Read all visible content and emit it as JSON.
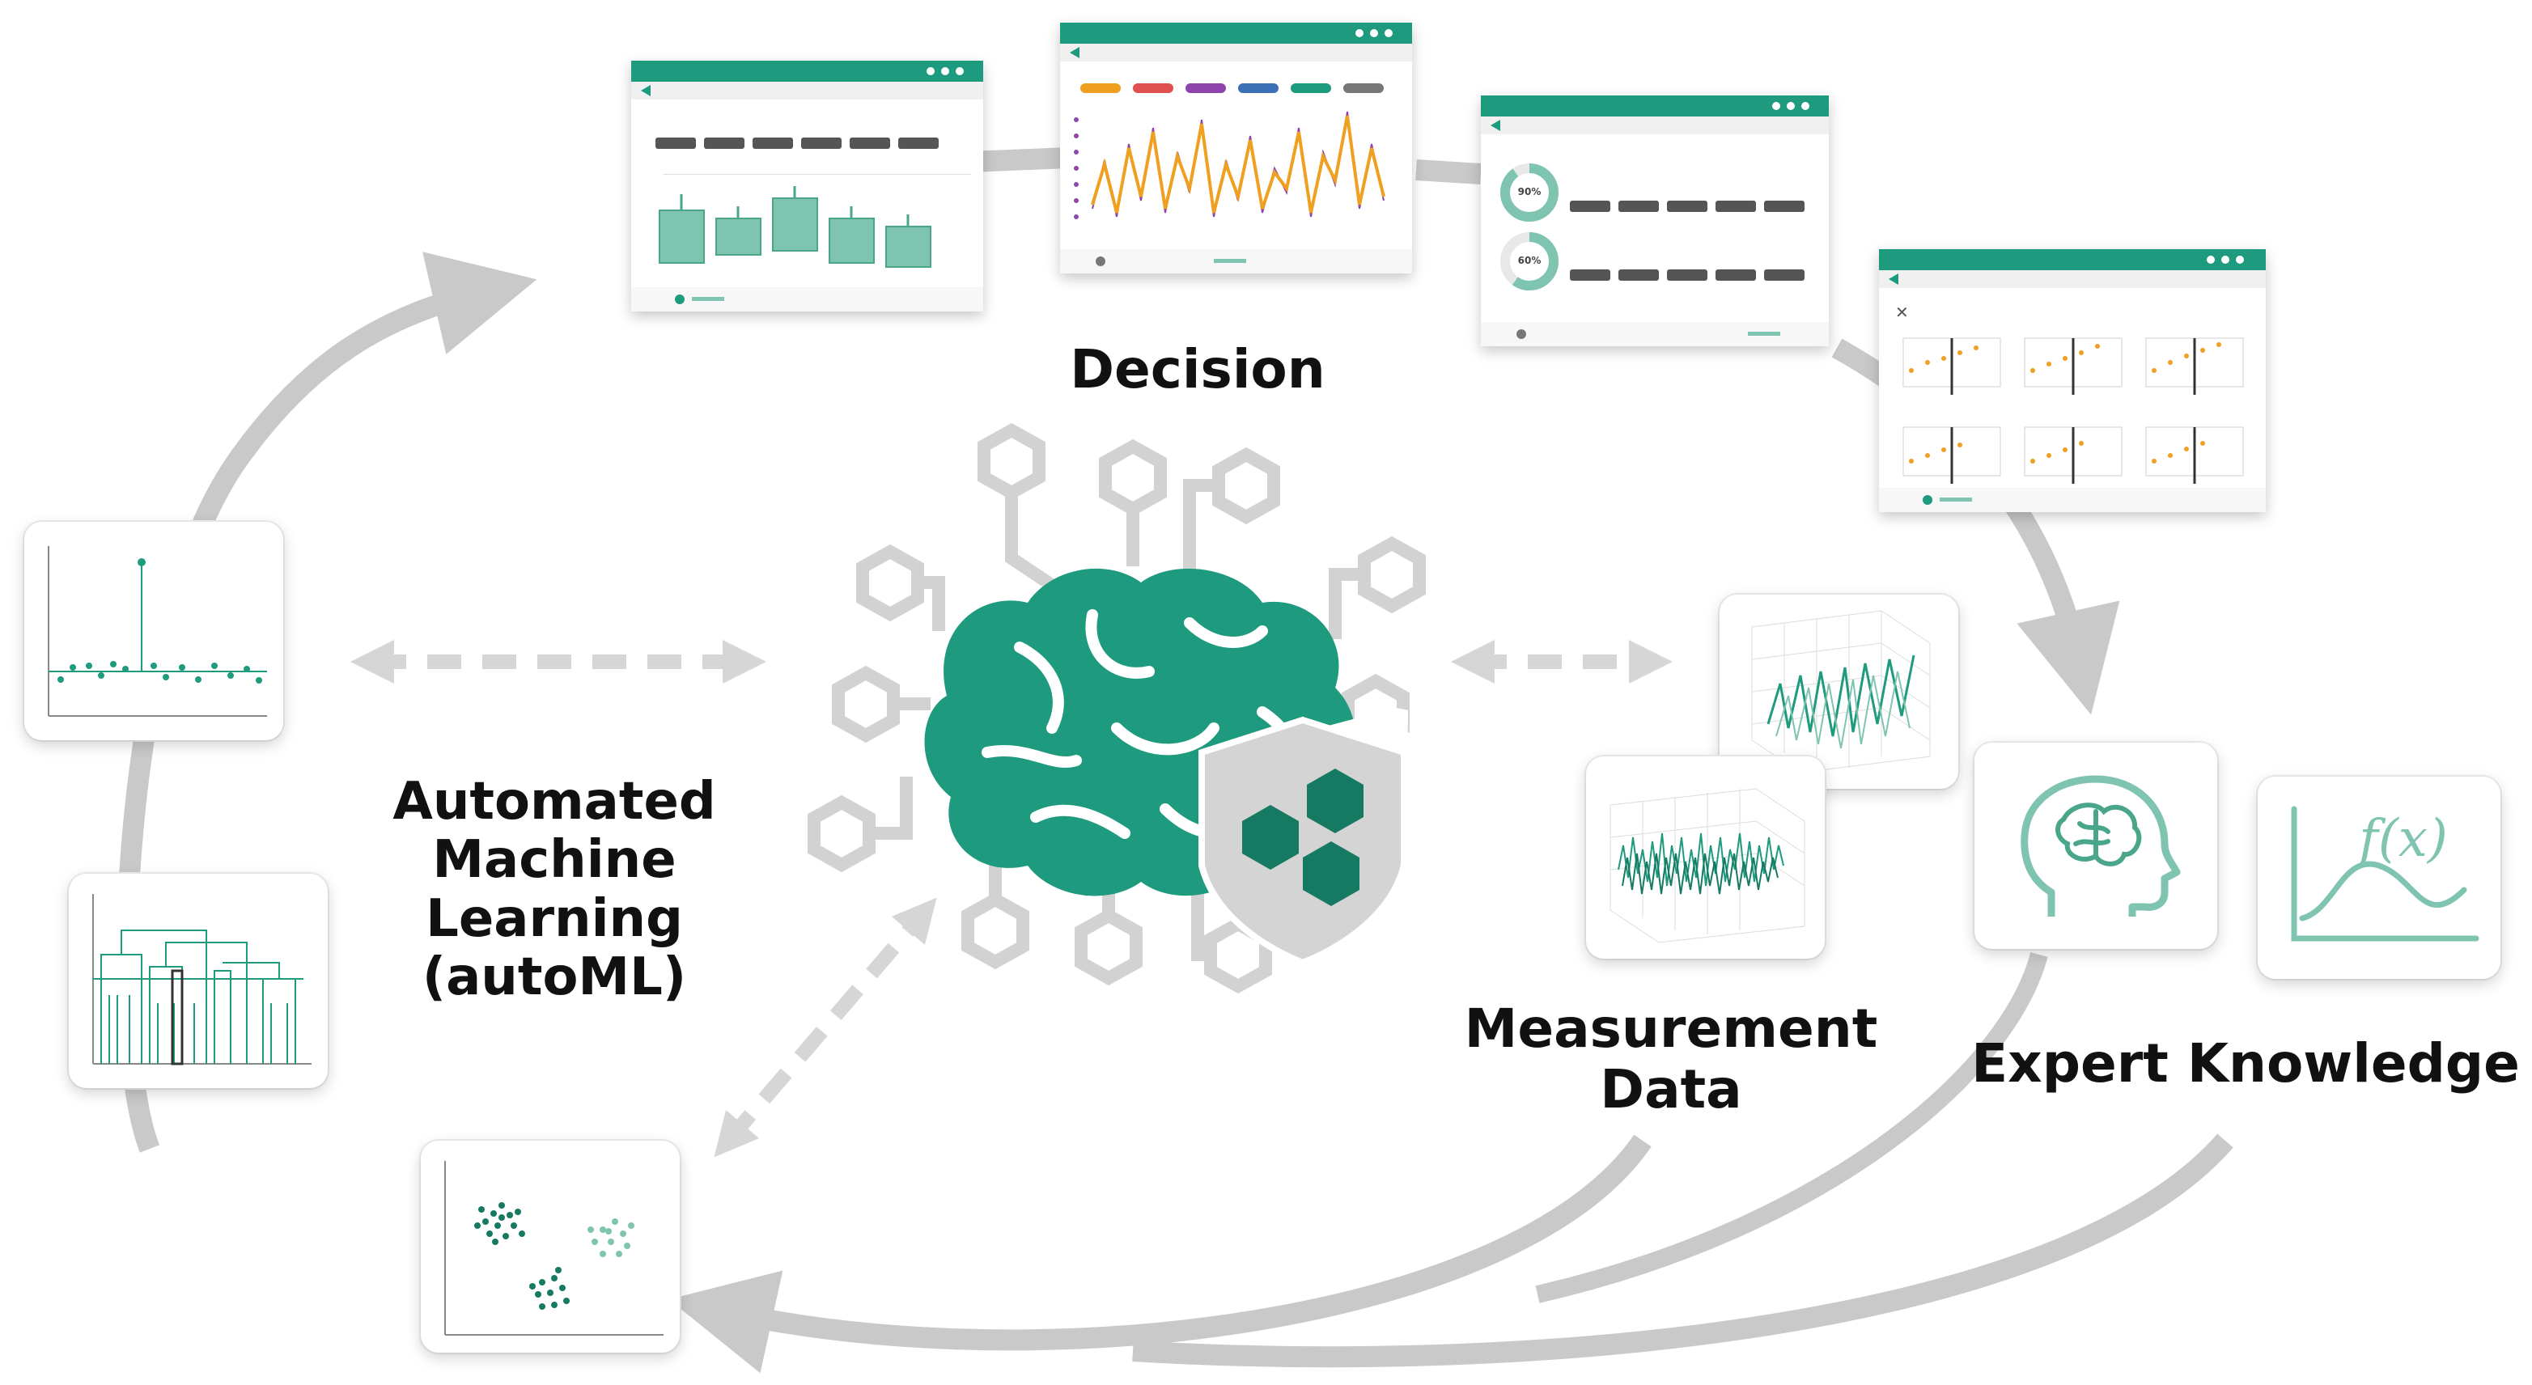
{
  "labels": {
    "decision": "Decision",
    "automl": [
      "Automated",
      "Machine",
      "Learning",
      "(autoML)"
    ],
    "measurement": [
      "Measurement",
      "Data"
    ],
    "expert": "Expert Knowledge"
  },
  "dashboard": {
    "gauge_1": "90%",
    "gauge_2": "60%"
  },
  "icons": {
    "formula": "f(x)"
  },
  "colors": {
    "teal": "#1e9a7e",
    "teal_dark": "#167a62",
    "teal_light": "#7fc4b0",
    "gray_arrow": "#c9c9c9",
    "shield": "#d4d4d4",
    "orange": "#f0a020"
  }
}
